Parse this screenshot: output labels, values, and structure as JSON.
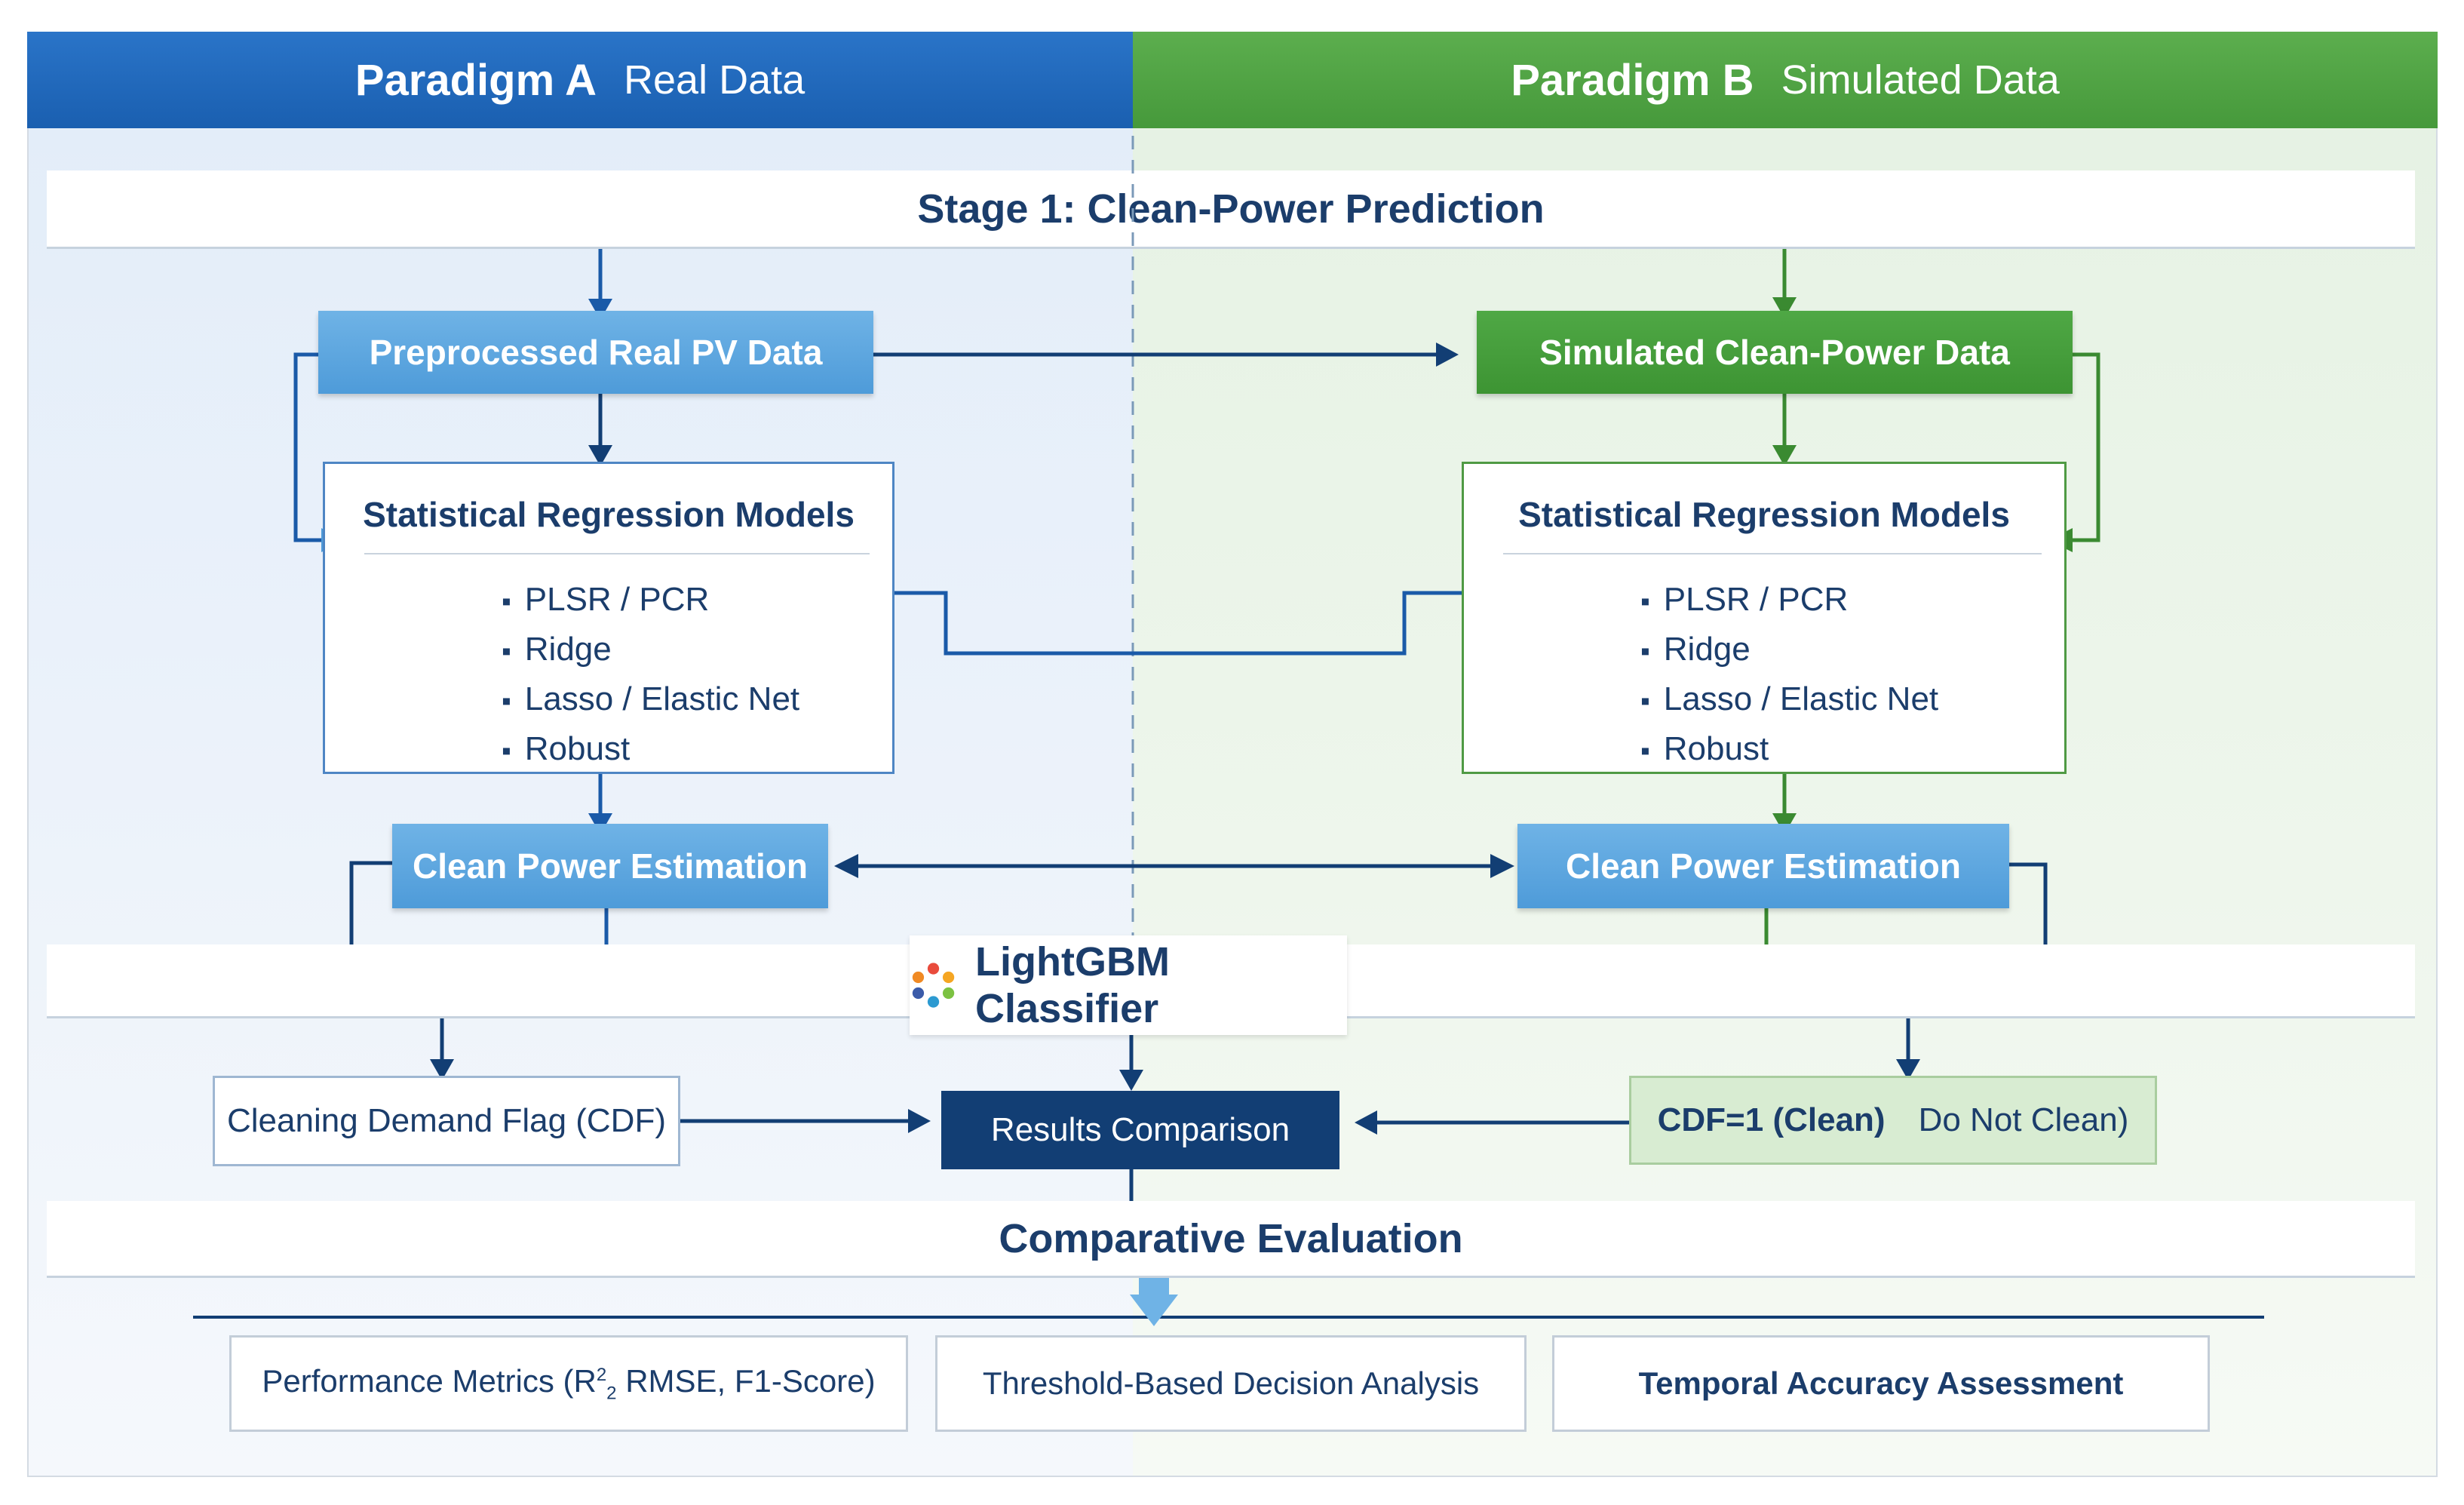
{
  "paradigm_a": {
    "title": "Paradigm A",
    "subtitle": "Real Data",
    "color": "#1a5fb0"
  },
  "paradigm_b": {
    "title": "Paradigm B",
    "subtitle": "Simulated Data",
    "color": "#46993b"
  },
  "stage1": {
    "title": "Stage 1: Clean-Power Prediction"
  },
  "left": {
    "data_box": "Preprocessed Real PV Data",
    "models": {
      "title": "Statistical Regression Models",
      "items": [
        "PLSR / PCR",
        "Ridge",
        "Lasso / Elastic Net",
        "Robust"
      ]
    },
    "estimation": "Clean Power Estimation",
    "flag": "Cleaning Demand Flag (CDF)"
  },
  "right": {
    "data_box": "Simulated Clean-Power Data",
    "models": {
      "title": "Statistical Regression Models",
      "items": [
        "PLSR / PCR",
        "Ridge",
        "Lasso / Elastic Net",
        "Robust"
      ]
    },
    "estimation": "Clean Power Estimation",
    "cdf_label": "CDF=1 (Clean)",
    "cdf_action": "Do Not Clean)"
  },
  "classifier": {
    "label": "LightGBM Classifier",
    "icon": "lightgbm-logo-icon"
  },
  "results": {
    "label": "Results Comparison"
  },
  "evaluation": {
    "title": "Comparative Evaluation",
    "metrics_prefix": "Performance Metrics (R",
    "metrics_sup": "2",
    "metrics_sub": "2",
    "metrics_suffix": " RMSE, F1-Score)",
    "threshold": "Threshold-Based Decision Analysis",
    "temporal": "Temporal Accuracy Assessment"
  },
  "colors": {
    "navy": "#123e74",
    "accent_blue": "#4e9bd9",
    "accent_green": "#3d9433",
    "text": "#1b3d6b"
  }
}
